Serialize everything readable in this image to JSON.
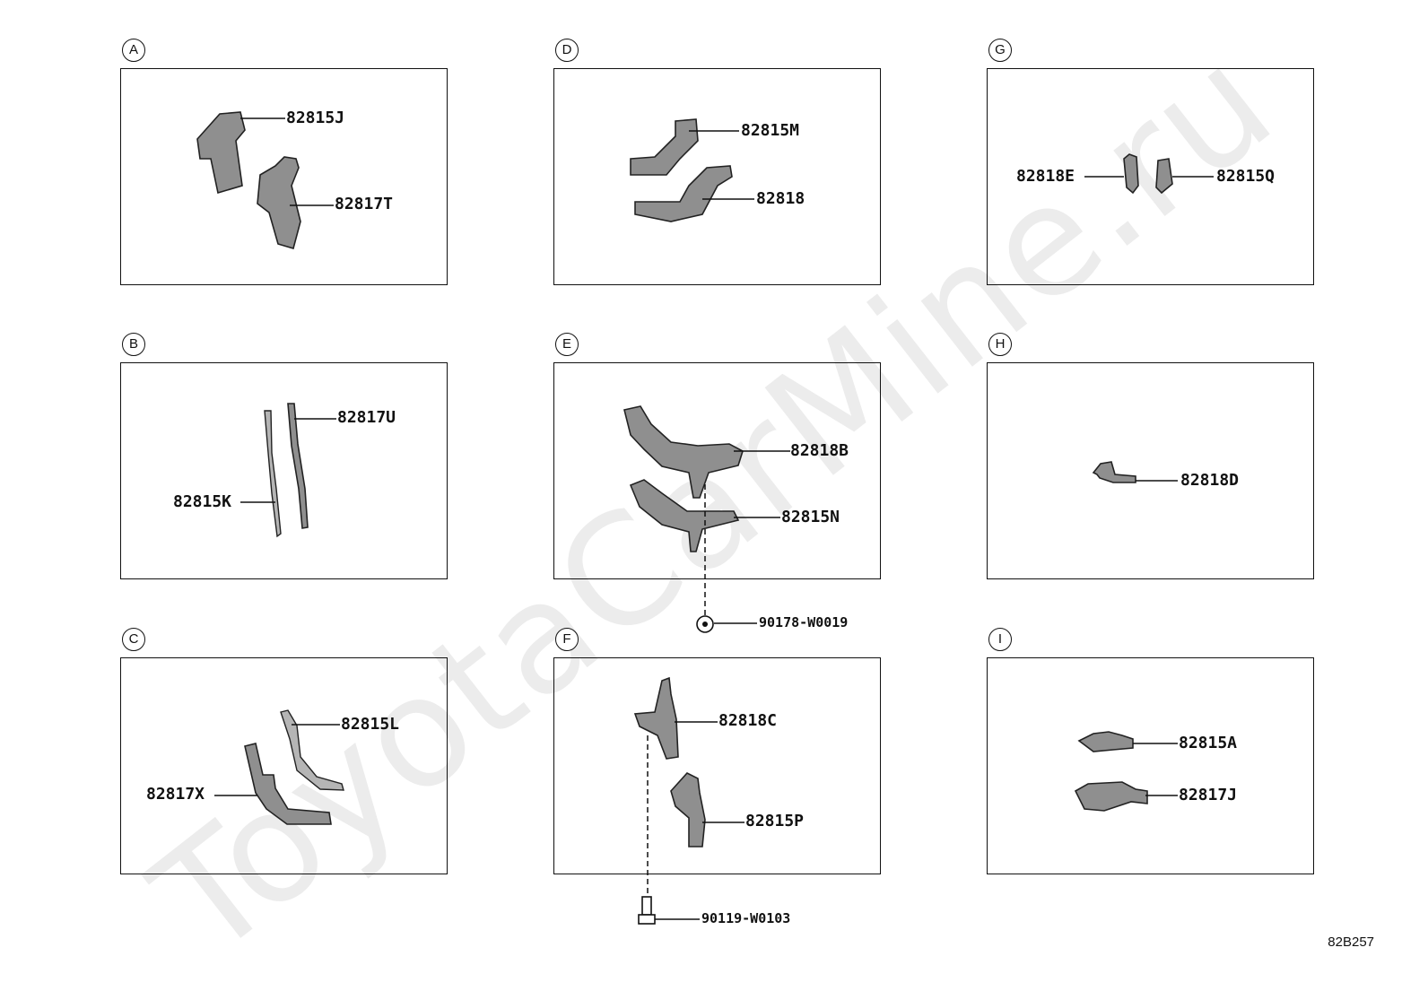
{
  "watermark": "ToyotaCarMine.ru",
  "reference_code": "82B257",
  "panels": [
    {
      "letter": "A",
      "parts": [
        "82815J",
        "82817T"
      ]
    },
    {
      "letter": "B",
      "parts": [
        "82817U",
        "82815K"
      ]
    },
    {
      "letter": "C",
      "parts": [
        "82815L",
        "82817X"
      ]
    },
    {
      "letter": "D",
      "parts": [
        "82815M",
        "82818"
      ]
    },
    {
      "letter": "E",
      "parts": [
        "82818B",
        "82815N"
      ],
      "fastener": "90178-W0019"
    },
    {
      "letter": "F",
      "parts": [
        "82818C",
        "82815P"
      ],
      "fastener": "90119-W0103"
    },
    {
      "letter": "G",
      "parts": [
        "82818E",
        "82815Q"
      ]
    },
    {
      "letter": "H",
      "parts": [
        "82818D"
      ]
    },
    {
      "letter": "I",
      "parts": [
        "82815A",
        "82817J"
      ]
    }
  ]
}
